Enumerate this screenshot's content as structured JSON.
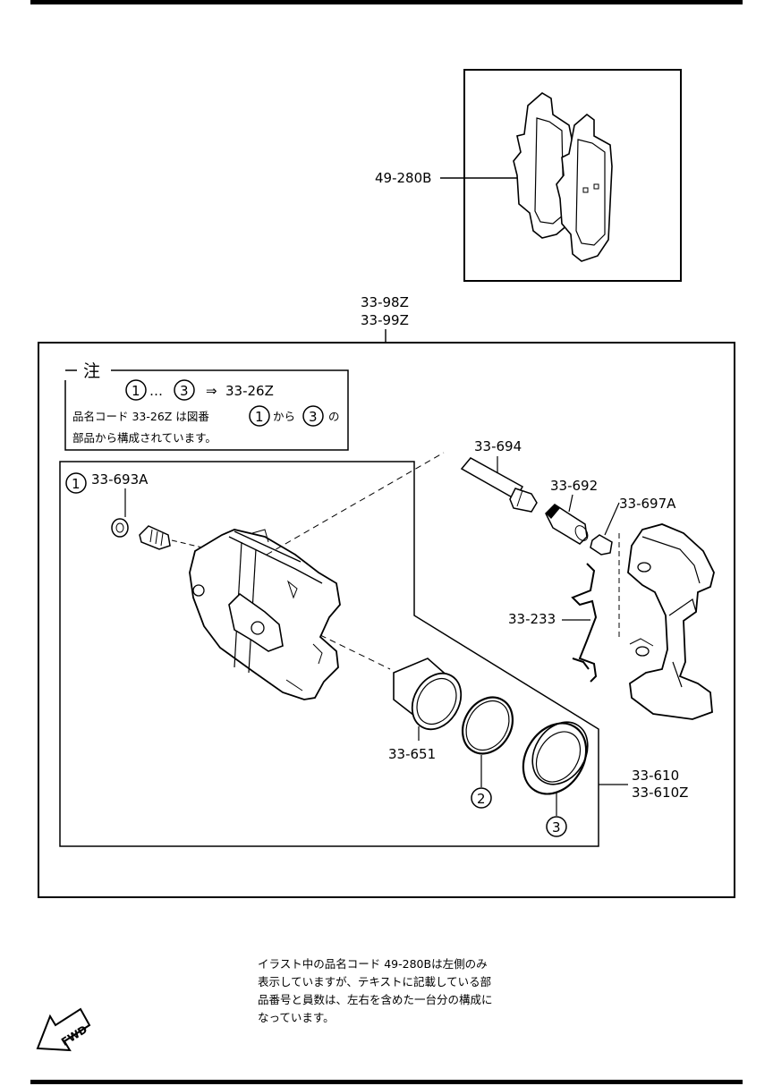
{
  "parts": {
    "brake_pad": "49-280B",
    "caliper_assy_1": "33-98Z",
    "caliper_assy_2": "33-99Z",
    "bolt": "33-693A",
    "guide_pin": "33-694",
    "pin_boot": "33-692",
    "sleeve": "33-697A",
    "spring": "33-233",
    "piston": "33-651",
    "seal_kit_1": "33-610",
    "seal_kit_2": "33-610Z"
  },
  "markers": {
    "m1": "1",
    "m2": "2",
    "m3": "3"
  },
  "caution_box": {
    "heading": "注",
    "range_sep": "…",
    "arrow": "⇒",
    "kit_code": "33-26Z",
    "line2_pre": "品名コード 33-26Z は図番",
    "line2_mid": "から",
    "line2_post": "の",
    "line3": "部品から構成されています。"
  },
  "footnote": [
    "イラスト中の品名コード 49-280Bは左側のみ",
    "表示していますが、テキストに記載している部",
    "品番号と員数は、左右を含めた一台分の構成に",
    "なっています。"
  ],
  "fwd_label": "FWD"
}
